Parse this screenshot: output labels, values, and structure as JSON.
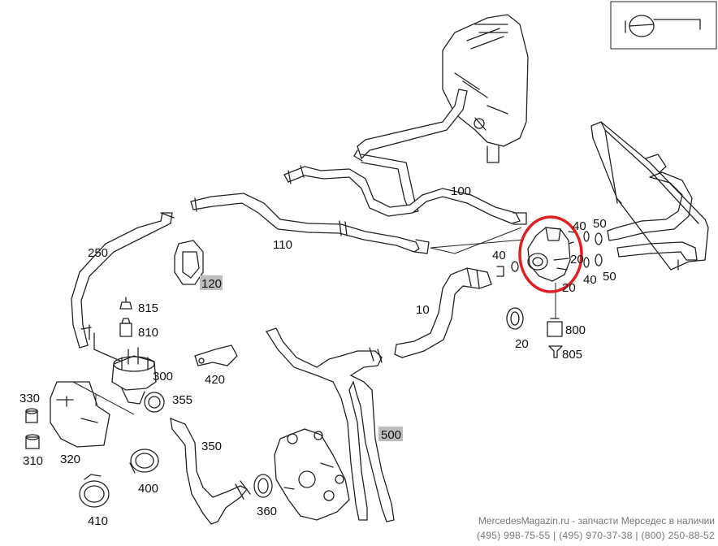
{
  "labels": {
    "p10": "10",
    "p20a": "20",
    "p20b": "20",
    "p20c": "20",
    "p40a": "40",
    "p40b": "40",
    "p40c": "40",
    "p50a": "50",
    "p50b": "50",
    "p100": "100",
    "p110": "110",
    "p120": "120",
    "p250": "250",
    "p300": "300",
    "p310": "310",
    "p320": "320",
    "p330": "330",
    "p350": "350",
    "p355": "355",
    "p360": "360",
    "p400": "400",
    "p410": "410",
    "p420": "420",
    "p500": "500",
    "p800": "800",
    "p805": "805",
    "p810": "810",
    "p815": "815"
  },
  "highlight": {
    "color": "#e02020"
  },
  "footer": {
    "line1": "MercedesMagazin.ru - запчасти Мерседес в наличии",
    "line2": "(495) 998-75-55 | (495) 970-37-38 | (800) 250-88-52"
  }
}
